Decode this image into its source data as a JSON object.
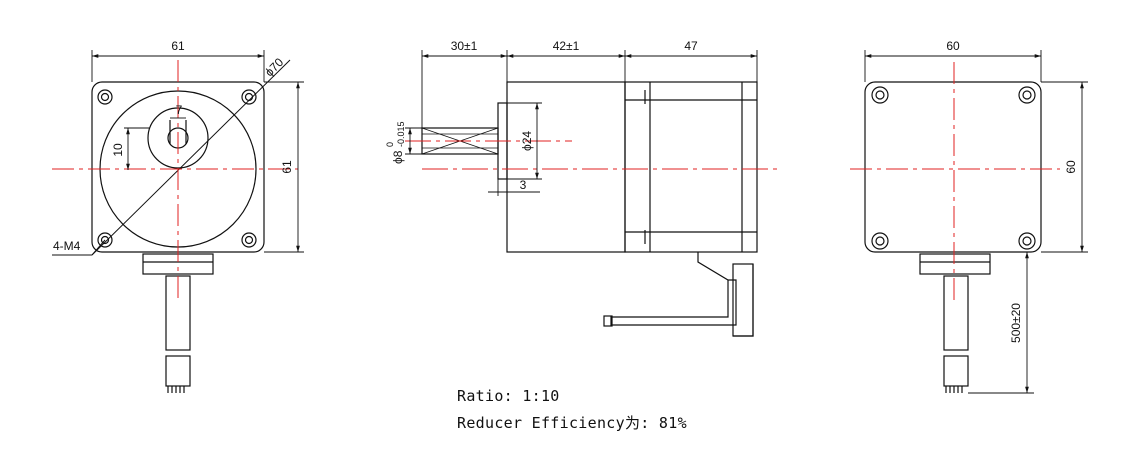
{
  "front_view": {
    "width": "61",
    "height": "61",
    "bolt_circle": "ϕ70",
    "key_width": "7",
    "key_depth": "10",
    "hole_callout": "4-M4"
  },
  "side_view": {
    "shaft_length": "30±1",
    "gearbox_length": "42±1",
    "motor_length": "47",
    "shaft_diameter": "ϕ8",
    "shaft_tolerance_upper": "0",
    "shaft_tolerance_lower": "-0.015",
    "pilot_diameter": "ϕ24",
    "pilot_depth": "3"
  },
  "rear_view": {
    "width": "60",
    "height": "60",
    "lead_length": "500±20"
  },
  "notes": {
    "ratio": "Ratio: 1:10",
    "efficiency": "Reducer Efficiency为: 81%"
  },
  "colors": {
    "outline": "#111111",
    "centerline": "#e02020"
  }
}
